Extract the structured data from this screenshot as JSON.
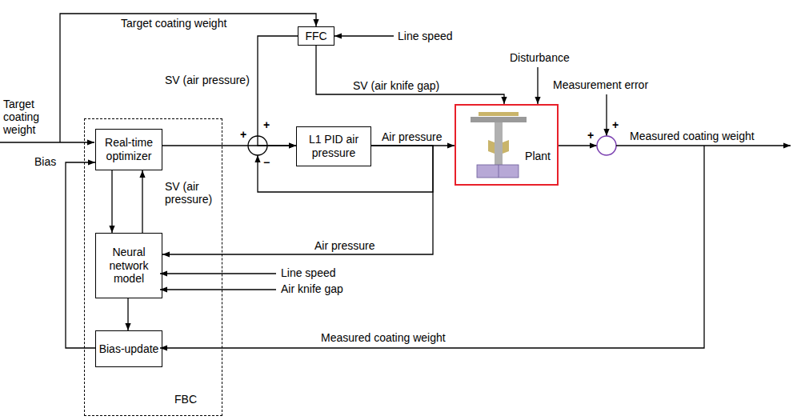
{
  "diagram": {
    "nodes": [
      {
        "text": [
          "FFC"
        ]
      },
      {
        "text": [
          "FBC"
        ]
      },
      {
        "text": [
          "Real-time optimizer"
        ],
        "in": 1
      },
      {
        "text": [
          "Neural network model"
        ],
        "in": 1
      },
      {
        "text": [
          "Bias-update"
        ],
        "in": 1
      },
      {
        "text": [
          "L1 PID air pressure"
        ]
      },
      {
        "text": [
          "Plant"
        ]
      }
    ],
    "edges": [
      {
        "from": 2,
        "to": 3,
        "arrow": "to"
      },
      {
        "from": 3,
        "to": 2,
        "label": "SV (air pressure)",
        "arrow": "to"
      },
      {
        "from": 3,
        "to": 4,
        "arrow": "to"
      },
      {
        "from": 4,
        "to": 2,
        "arrow": "to"
      },
      {
        "from": 2,
        "to": 5,
        "arrow": "to"
      },
      {
        "from": 0,
        "to": 5,
        "arrow": "to"
      },
      {
        "from": 0,
        "to": 6,
        "label": "SV (air knife gap)",
        "arrow": "to"
      },
      {
        "from": 5,
        "to": 6,
        "label": "Air pressure",
        "arrow": "to"
      },
      {
        "from": 5,
        "to": 3,
        "label": "Air pressure",
        "arrow": "to"
      }
    ],
    "labels": [
      "Target coating weight",
      "Line speed",
      "Disturbance",
      "Measurement error",
      "SV (air pressure)",
      "Target coating weight",
      "Bias",
      "+",
      "+",
      "−",
      "+",
      "+",
      "Measured coating weight",
      "Line speed",
      "Air knife gap",
      "Measured coating weight"
    ]
  }
}
